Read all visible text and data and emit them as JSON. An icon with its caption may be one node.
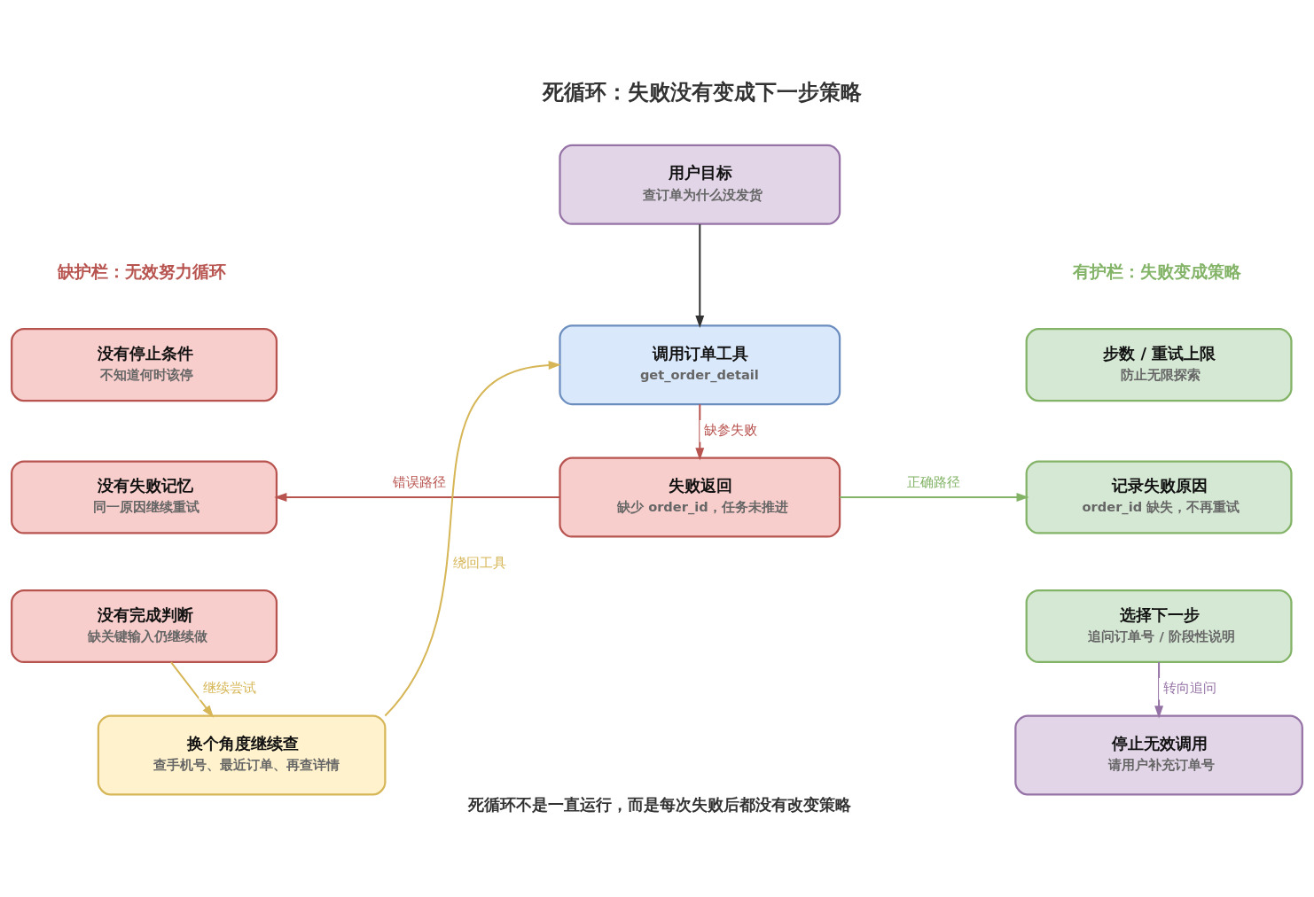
{
  "diagram": {
    "title": "死循环：失败没有变成下一步策略",
    "caption": "死循环不是一直运行，而是每次失败后都没有改变策略",
    "nodes": [
      {
        "text": [
          "用户目标",
          "查订单为什么没发货"
        ]
      },
      {
        "text": [
          "调用订单工具",
          "get_order_detail"
        ]
      },
      {
        "text": [
          "失败返回",
          "缺少 order_id，任务未推进"
        ]
      },
      {
        "text": [
          "没有停止条件",
          "不知道何时该停"
        ]
      },
      {
        "text": [
          "没有失败记忆",
          "同一原因继续重试"
        ]
      },
      {
        "text": [
          "没有完成判断",
          "缺关键输入仍继续做"
        ]
      },
      {
        "text": [
          "换个角度继续查",
          "查手机号、最近订单、再查详情"
        ]
      },
      {
        "text": [
          "步数 / 重试上限",
          "防止无限探索"
        ]
      },
      {
        "text": [
          "记录失败原因",
          "order_id 缺失，不再重试"
        ]
      },
      {
        "text": [
          "选择下一步",
          "追问订单号 / 阶段性说明"
        ]
      },
      {
        "text": [
          "停止无效调用",
          "请用户补充订单号"
        ]
      }
    ],
    "edges": [
      {
        "from": 0,
        "to": 1,
        "arrow": "to",
        "color": "#333333"
      },
      {
        "from": 1,
        "to": 2,
        "arrow": "to",
        "label": "缺参失败",
        "color": "#b85450"
      },
      {
        "from": 2,
        "to": 4,
        "arrow": "to",
        "label": "错误路径",
        "color": "#b85450"
      },
      {
        "from": 2,
        "to": 8,
        "arrow": "to",
        "label": "正确路径",
        "color": "#82b366"
      },
      {
        "from": 5,
        "to": 6,
        "arrow": "to",
        "label": "继续尝试",
        "color": "#d6b656"
      },
      {
        "from": 6,
        "to": 1,
        "arrow": "to",
        "label": "绕回工具",
        "color": "#d6b656"
      },
      {
        "from": 9,
        "to": 10,
        "arrow": "to",
        "label": "转向追问",
        "color": "#9673a6"
      }
    ],
    "labels": [
      "缺护栏：无效努力循环",
      "有护栏：失败变成策略"
    ]
  }
}
